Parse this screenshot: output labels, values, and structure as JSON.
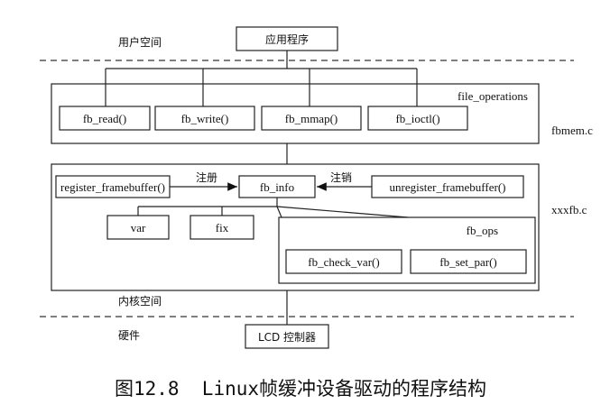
{
  "labels": {
    "app": "应用程序",
    "user_space": "用户空间",
    "file_operations": "file_operations",
    "fbmem": "fbmem.c",
    "ops": [
      "fb_read()",
      "fb_write()",
      "fb_mmap()",
      "fb_ioctl()"
    ],
    "register": "register_framebuffer()",
    "register_arrow": "注册",
    "fb_info": "fb_info",
    "unregister_arrow": "注销",
    "unregister": "unregister_framebuffer()",
    "xxxfb": "xxxfb.c",
    "var": "var",
    "fix": "fix",
    "fb_ops": "fb_ops",
    "check_var": "fb_check_var()",
    "set_par": "fb_set_par()",
    "kernel_space": "内核空间",
    "hardware": "硬件",
    "lcd": "LCD 控制器"
  },
  "caption": "图12.8  Linux帧缓冲设备驱动的程序结构"
}
